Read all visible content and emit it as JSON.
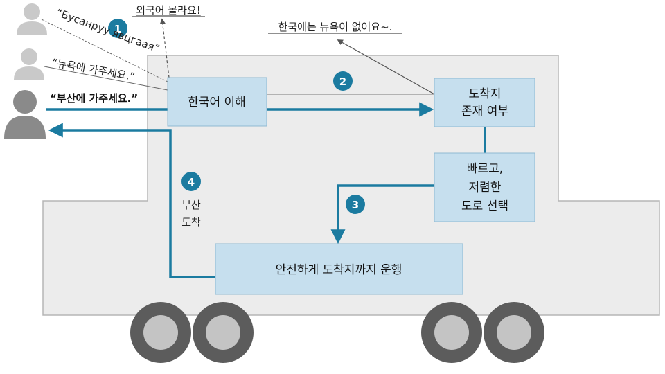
{
  "colors": {
    "accent": "#1b7ba0",
    "box_fill": "#c6dfee",
    "body_fill": "#ececec",
    "body_stroke": "#b5b5b5",
    "person_light": "#c9c9c9",
    "person_dark": "#8a8a8a",
    "wheel_outer": "#5c5c5c",
    "wheel_inner": "#c4c4c4"
  },
  "speech": {
    "foreign": "“Бусанруу явцгаая”",
    "newyork": "“뉴욕에 가주세요.”",
    "busan": "“부산에 가주세요.”"
  },
  "notes": {
    "no_foreign": "외국어 몰라요!",
    "no_newyork": "한국에는 뉴욕이 없어요~."
  },
  "boxes": {
    "understand": [
      "한국어 이해"
    ],
    "exists": [
      "도착지",
      "존재 여부"
    ],
    "route": [
      "빠르고,",
      "저렴한",
      "도로 선택"
    ],
    "drive": [
      "안전하게 도착지까지 운행"
    ]
  },
  "steps": {
    "step1": "1",
    "step2": "2",
    "step3": "3",
    "step4": "4"
  },
  "arrival": [
    "부산",
    "도착"
  ],
  "icons": {
    "person_1": "person-icon",
    "person_2": "person-icon",
    "person_3": "person-icon"
  }
}
